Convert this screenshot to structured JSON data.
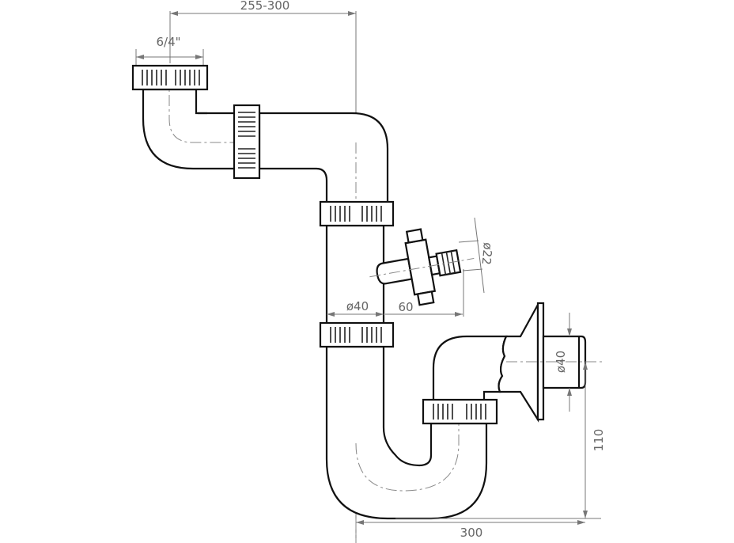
{
  "drawing": {
    "title": "Sink siphon with side spout – dimensional drawing",
    "dimensions": {
      "horizontal_offset": "255-300",
      "inlet_thread": "6/4\"",
      "spout_diameter": "ø22",
      "pipe_diameter": "ø40",
      "spout_length": "60",
      "outlet_diameter": "ø40",
      "outlet_height": "110",
      "overall_width": "300"
    },
    "colors": {
      "line": "#111111",
      "dimension": "#777777"
    }
  }
}
